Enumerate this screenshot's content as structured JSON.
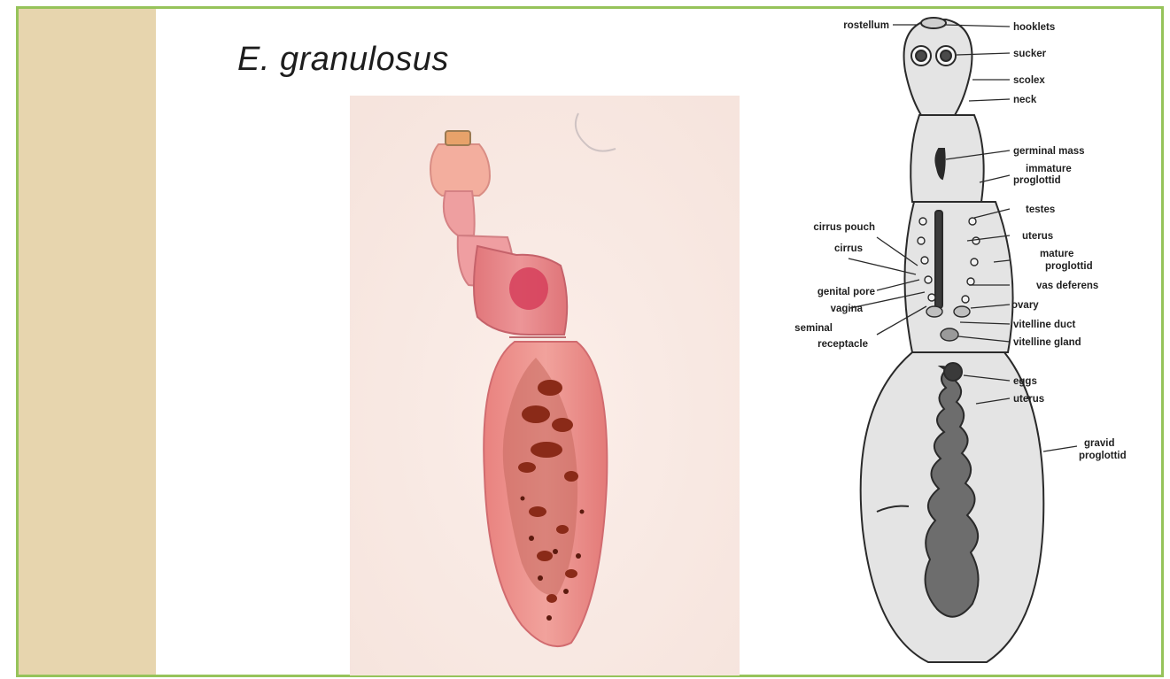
{
  "slide": {
    "title": "E. granulosus"
  },
  "colors": {
    "frame": "#96c35a",
    "sidebar": "#e7d5ae",
    "specimen_stain": "#e88a86",
    "diagram_ink": "#2a2a2a"
  },
  "diagram_labels": {
    "rostellum": "rostellum",
    "hooklets": "hooklets",
    "sucker": "sucker",
    "scolex": "scolex",
    "neck": "neck",
    "germinal_mass": "germinal mass",
    "immature_1": "immature",
    "immature_2": "proglottid",
    "testes": "testes",
    "uterus": "uterus",
    "mature_1": "mature",
    "mature_2": "proglottid",
    "cirrus_pouch": "cirrus pouch",
    "cirrus": "cirrus",
    "genital_pore": "genital pore",
    "vagina": "vagina",
    "seminal_1": "seminal",
    "seminal_2": "receptacle",
    "vas_deferens": "vas deferens",
    "ovary": "ovary",
    "vitelline_duct": "vitelline duct",
    "vitelline_gland": "vitelline gland",
    "eggs": "eggs",
    "uterus_gravid": "uterus",
    "gravid_1": "gravid",
    "gravid_2": "proglottid"
  }
}
